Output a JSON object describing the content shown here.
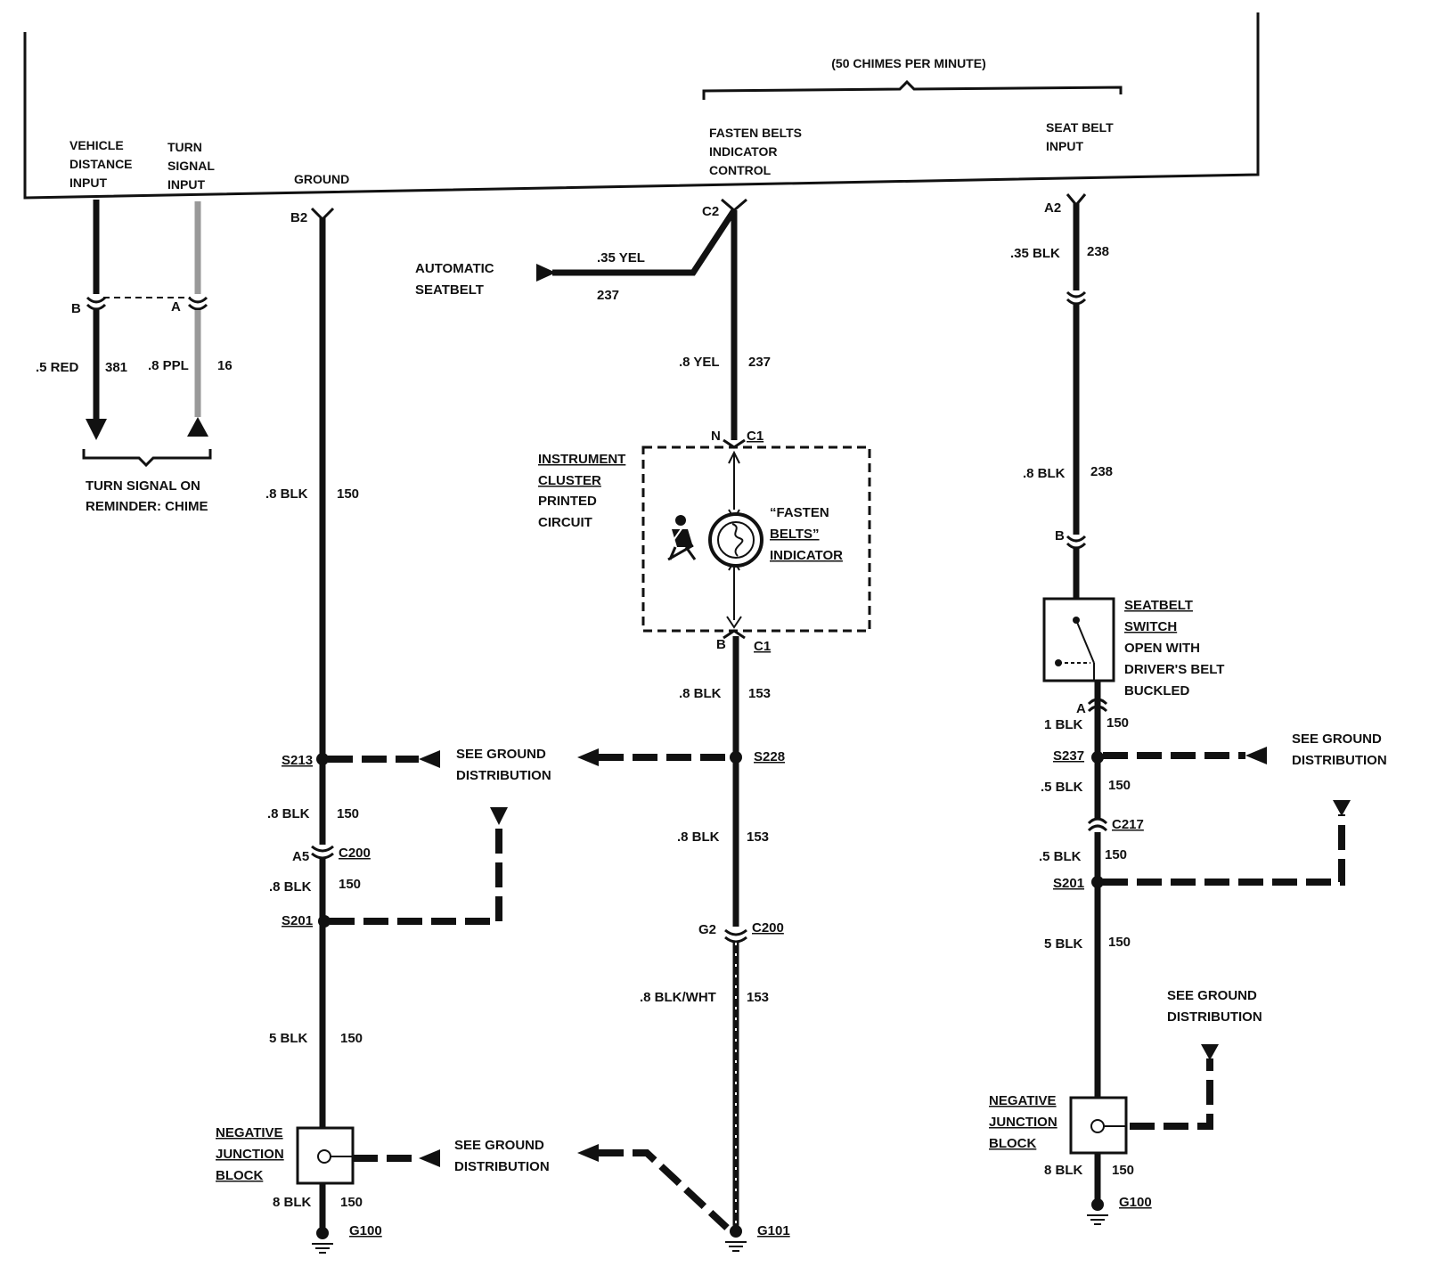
{
  "module": {
    "chime_rate": "(50 CHIMES PER MINUTE)",
    "terminals": {
      "vehicle_distance": [
        "VEHICLE",
        "DISTANCE",
        "INPUT"
      ],
      "turn_signal": [
        "TURN",
        "SIGNAL",
        "INPUT"
      ],
      "ground": "GROUND",
      "fasten_belts_control": [
        "FASTEN BELTS",
        "INDICATOR",
        "CONTROL"
      ],
      "seat_belt_input": [
        "SEAT BELT",
        "INPUT"
      ]
    }
  },
  "turn_signal": {
    "pin_b": "B",
    "pin_a": "A",
    "wire_red": ".5 RED",
    "circuit_381": "381",
    "wire_ppl": ".8 PPL",
    "circuit_16": "16",
    "label": [
      "TURN SIGNAL ON",
      "REMINDER: CHIME"
    ]
  },
  "ground_branch": {
    "pin_b2": "B2",
    "wire1": ".8 BLK",
    "circuit1": "150",
    "splice_s213": "S213",
    "see_ground": [
      "SEE GROUND",
      "DISTRIBUTION"
    ],
    "wire2": ".8 BLK",
    "circuit2": "150",
    "pin_a5": "A5",
    "conn_c200": "C200",
    "wire3": ".8 BLK",
    "circuit3": "150",
    "splice_s201": "S201",
    "wire4": "5 BLK",
    "circuit4": "150",
    "njb": [
      "NEGATIVE",
      "JUNCTION",
      "BLOCK"
    ],
    "wire5": "8 BLK",
    "circuit5": "150",
    "ground_g100": "G100",
    "see_ground2": [
      "SEE GROUND",
      "DISTRIBUTION"
    ]
  },
  "indicator_branch": {
    "automatic_seatbelt": [
      "AUTOMATIC",
      "SEATBELT"
    ],
    "wire_auto": ".35 YEL",
    "circuit_auto": "237",
    "pin_c2": "C2",
    "wire1": ".8 YEL",
    "circuit1": "237",
    "pin_n": "N",
    "conn_c1_top": "C1",
    "cluster": [
      "INSTRUMENT",
      "CLUSTER",
      "PRINTED",
      "CIRCUIT"
    ],
    "indicator": [
      "“FASTEN",
      "BELTS”",
      "INDICATOR"
    ],
    "pin_b": "B",
    "conn_c1_bottom": "C1",
    "wire2": ".8 BLK",
    "circuit2": "153",
    "splice_s228": "S228",
    "wire3": ".8 BLK",
    "circuit3": "153",
    "pin_g2": "G2",
    "conn_c200": "C200",
    "wire4": ".8 BLK/WHT",
    "circuit4": "153",
    "ground_g101": "G101"
  },
  "seatbelt_branch": {
    "pin_a2": "A2",
    "wire1": ".35 BLK",
    "circuit1": "238",
    "wire2": ".8 BLK",
    "circuit2": "238",
    "pin_b": "B",
    "switch": [
      "SEATBELT",
      "SWITCH"
    ],
    "switch_note": [
      "OPEN WITH",
      "DRIVER'S BELT",
      "BUCKLED"
    ],
    "pin_a": "A",
    "wire3": "1 BLK",
    "circuit3": "150",
    "splice_s237": "S237",
    "see_ground1": [
      "SEE GROUND",
      "DISTRIBUTION"
    ],
    "wire4": ".5 BLK",
    "circuit4": "150",
    "conn_c217": "C217",
    "wire5": ".5 BLK",
    "circuit5": "150",
    "splice_s201": "S201",
    "wire6": "5 BLK",
    "circuit6": "150",
    "see_ground2": [
      "SEE GROUND",
      "DISTRIBUTION"
    ],
    "njb": [
      "NEGATIVE",
      "JUNCTION",
      "BLOCK"
    ],
    "wire7": "8 BLK",
    "circuit7": "150",
    "ground_g100": "G100"
  }
}
